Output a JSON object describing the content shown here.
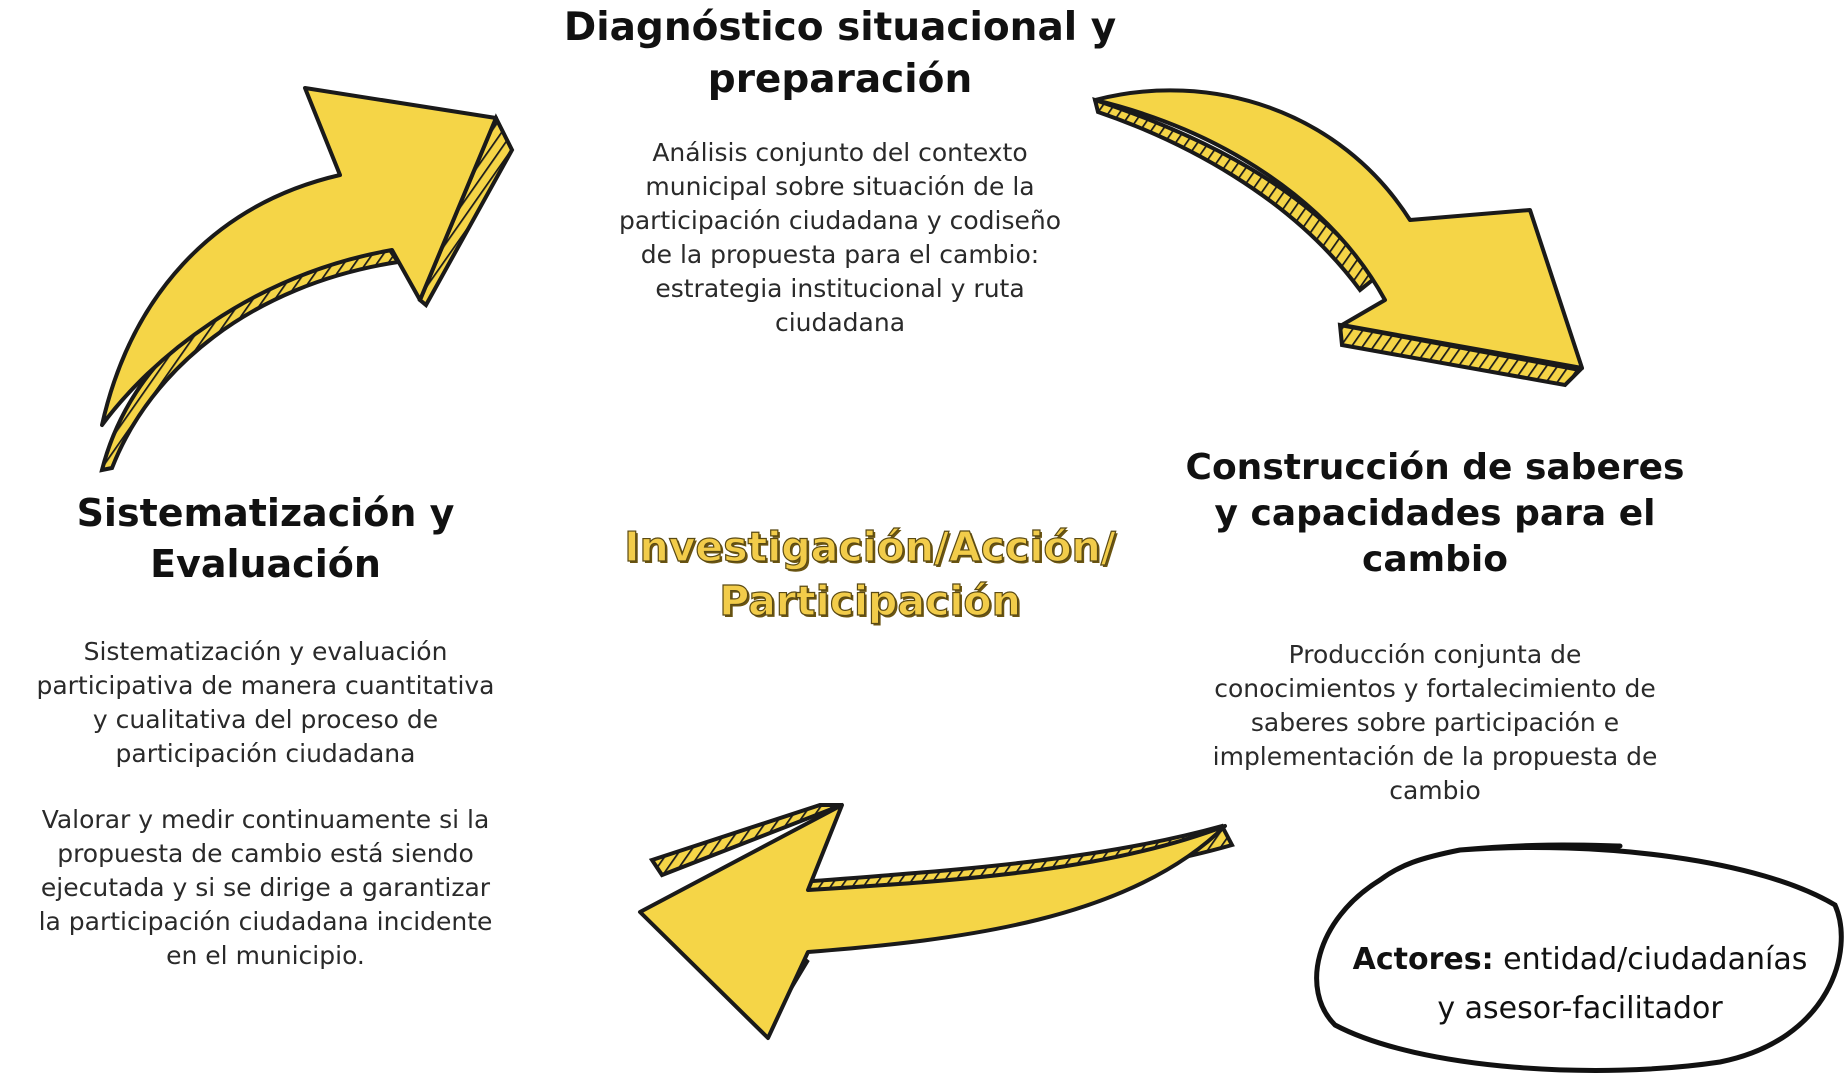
{
  "center": {
    "line1": "Investigación/Acción/",
    "line2": "Participación"
  },
  "stages": {
    "diagnostico": {
      "title_line1": "Diagnóstico situacional y",
      "title_line2": "preparación",
      "text": [
        "Análisis conjunto del contexto",
        "municipal sobre situación de la",
        "participación ciudadana y codiseño",
        "de la propuesta para el cambio:",
        "estrategia institucional y ruta",
        "ciudadana"
      ]
    },
    "construccion": {
      "title_line1": "Construcción de saberes",
      "title_line2": "y capacidades para el",
      "title_line3": "cambio",
      "text": [
        "Producción conjunta de",
        "conocimientos y fortalecimiento de",
        "saberes sobre participación e",
        "implementación de la propuesta de",
        "cambio"
      ]
    },
    "sistematizacion": {
      "title_line1": "Sistematización y",
      "title_line2": "Evaluación",
      "text": [
        "Sistematización y evaluación",
        "participativa de manera cuantitativa",
        "y cualitativa del proceso de",
        "participación ciudadana"
      ],
      "text2": [
        "Valorar y medir continuamente si la",
        "propuesta de cambio está siendo",
        "ejecutada y si se dirige a garantizar",
        "la participación ciudadana incidente",
        "en el municipio."
      ]
    }
  },
  "actors": {
    "label": "Actores:",
    "line1": "entidad/ciudadanías",
    "line2": "y asesor-facilitador"
  },
  "colors": {
    "arrow_fill": "#f5d547",
    "arrow_stroke": "#1a1a1a",
    "center_text": "#f2cc4a"
  }
}
